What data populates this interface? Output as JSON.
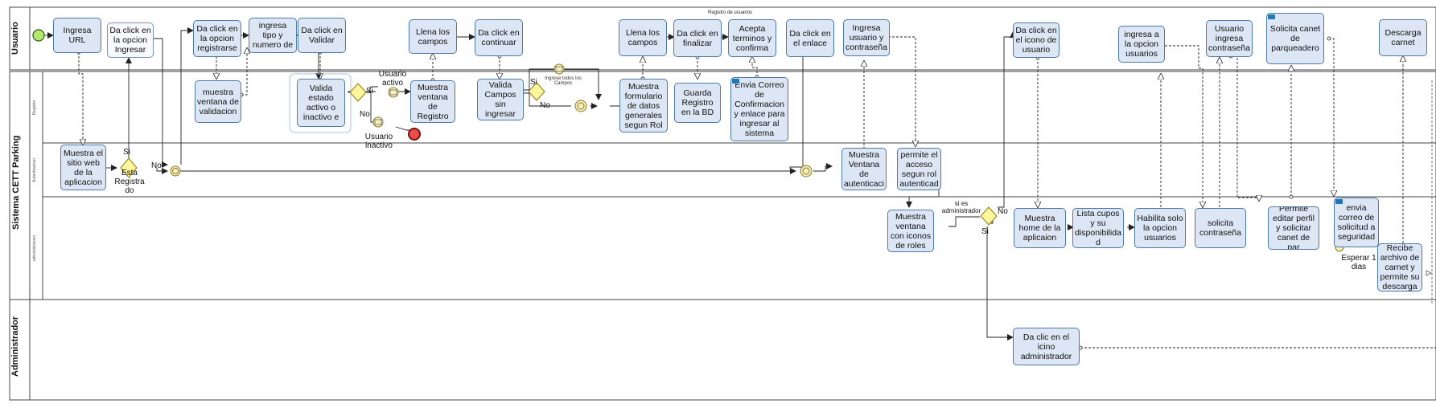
{
  "diagram_title": "Registro de usuarios",
  "pools": {
    "usuario": "Usuario",
    "sistema": "Sistema CETT Parking",
    "administrador": "Administrador"
  },
  "lanes": {
    "registro": "Registro",
    "autenticacion": "Autenticacion",
    "administracion": "administracion"
  },
  "tasks": {
    "ingresa_url": "Ingresa URL",
    "click_ingresar": "Da click en la opcion Ingresar",
    "click_registrarse": "Da click en la opcion registrarse",
    "ingresa_tipo": "ingresa tipo y numero de",
    "click_validar": "Da click en Validar",
    "llena_campos_1": "Llena los campos",
    "click_continuar": "Da click en continuar",
    "llena_campos_2": "Llena los campos",
    "click_finalizar": "Da click en finalizar",
    "acepta_terminos": "Acepta terminos y confirma",
    "click_enlace": "Da click en el enlace",
    "ingresa_usuario": "Ingresa usuario y contraseña",
    "click_icono_usuario": "Da click en el icono de usuario",
    "ingresa_opcion_usuarios": "ingresa a la opcion usuarios",
    "usuario_ingresa_contrasena": "Usuario ingresa contraseña",
    "solicita_carnet": "Solicita canet de parqueadero",
    "descarga_carnet": "Descarga carnet",
    "muestra_ventana_validacion": "muestra ventana de validacion",
    "valida_estado": "Valida estado activo o inactivo e",
    "muestra_ventana_registro": "Muestra ventana de Registro",
    "valida_campos": "Valida Campos sin ingresar",
    "muestra_formulario": "Muestra formulario de datos generales segun Rol",
    "guarda_registro": "Guarda Registro en la BD",
    "envia_correo": "Envia Correo de Confirmacion y enlace para ingresar al sistema",
    "muestra_sitio_web": "Muestra el sitio web de la aplicacion",
    "muestra_ventana_autenticacion": "Muestra Ventana de autenticaci",
    "permite_acceso": "permite el acceso segun rol autenticad",
    "muestra_ventana_iconos": "Muestra ventana con iconos de roles",
    "muestra_home": "Muestra home de la aplicaion",
    "lista_cupos": "Lista cupos y su disponibilida d",
    "habilita_opcion": "Habilita solo la opcion usuarios",
    "solicita_contrasena": "solicita contraseña",
    "permite_editar": "Permite editar perfil y solicitar canet de par",
    "envia_correo_seguridad": "envia correo de solicitud a seguridad",
    "recibe_archivo": "Recibe archivo de carnet y permite su descarga",
    "click_icono_admin": "Da clic en el icino administrador"
  },
  "labels": {
    "si_registrado": "Si",
    "no_registrado": "No",
    "esta_registrado": "Esta Registra do",
    "si_activo": "Si",
    "no_activo": "No",
    "usuario_activo": "Usuario activo",
    "usuario_inactivo": "Usuario inactivo",
    "si_campos": "Si",
    "no_campos": "No",
    "ingrese_campos": "Ingrese todos los Campos",
    "si_es_admin": "si es administrador",
    "no_admin": "No",
    "si_admin": "Si",
    "esperar": "Esperar 1 dias"
  },
  "colors": {
    "task_fill": "#dce6f4",
    "task_border": "#4f7aa8",
    "gateway_fill": "#fff59a",
    "start_event": "#b5e86e",
    "end_event": "#e84e4e"
  }
}
